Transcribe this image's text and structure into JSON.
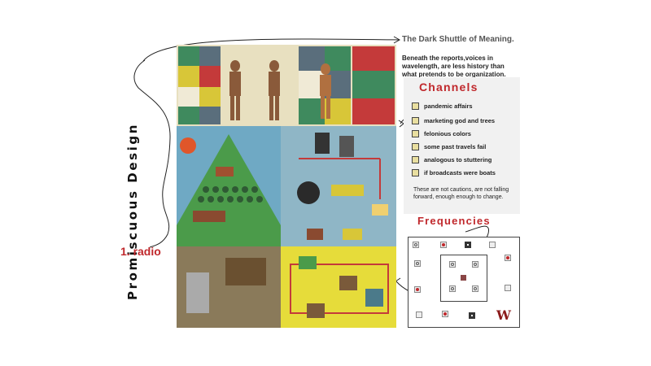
{
  "vertical_title": "Promiscuous Design",
  "radio_label": "1. radio",
  "header": {
    "title": "The Dark Shuttle of Meaning.",
    "subtitle": "Beneath the reports,voices in wavelength, are less history than what pretends to be organization."
  },
  "channels": {
    "heading": "Channels",
    "items": [
      {
        "label": "pandemic affairs"
      },
      {
        "label": "marketing  god and trees"
      },
      {
        "label": "felonious colors"
      },
      {
        "label": "some past travels fail"
      },
      {
        "label": "analogous to stuttering"
      },
      {
        "label": "if broadcasts were boats"
      }
    ],
    "note": "These are not cautions, are not falling forward, enough enough to change."
  },
  "frequencies": {
    "heading": "Frequencies",
    "logo_letter": "W"
  },
  "colors": {
    "accent_red": "#c0282c",
    "logo_red": "#8b1a1a"
  }
}
